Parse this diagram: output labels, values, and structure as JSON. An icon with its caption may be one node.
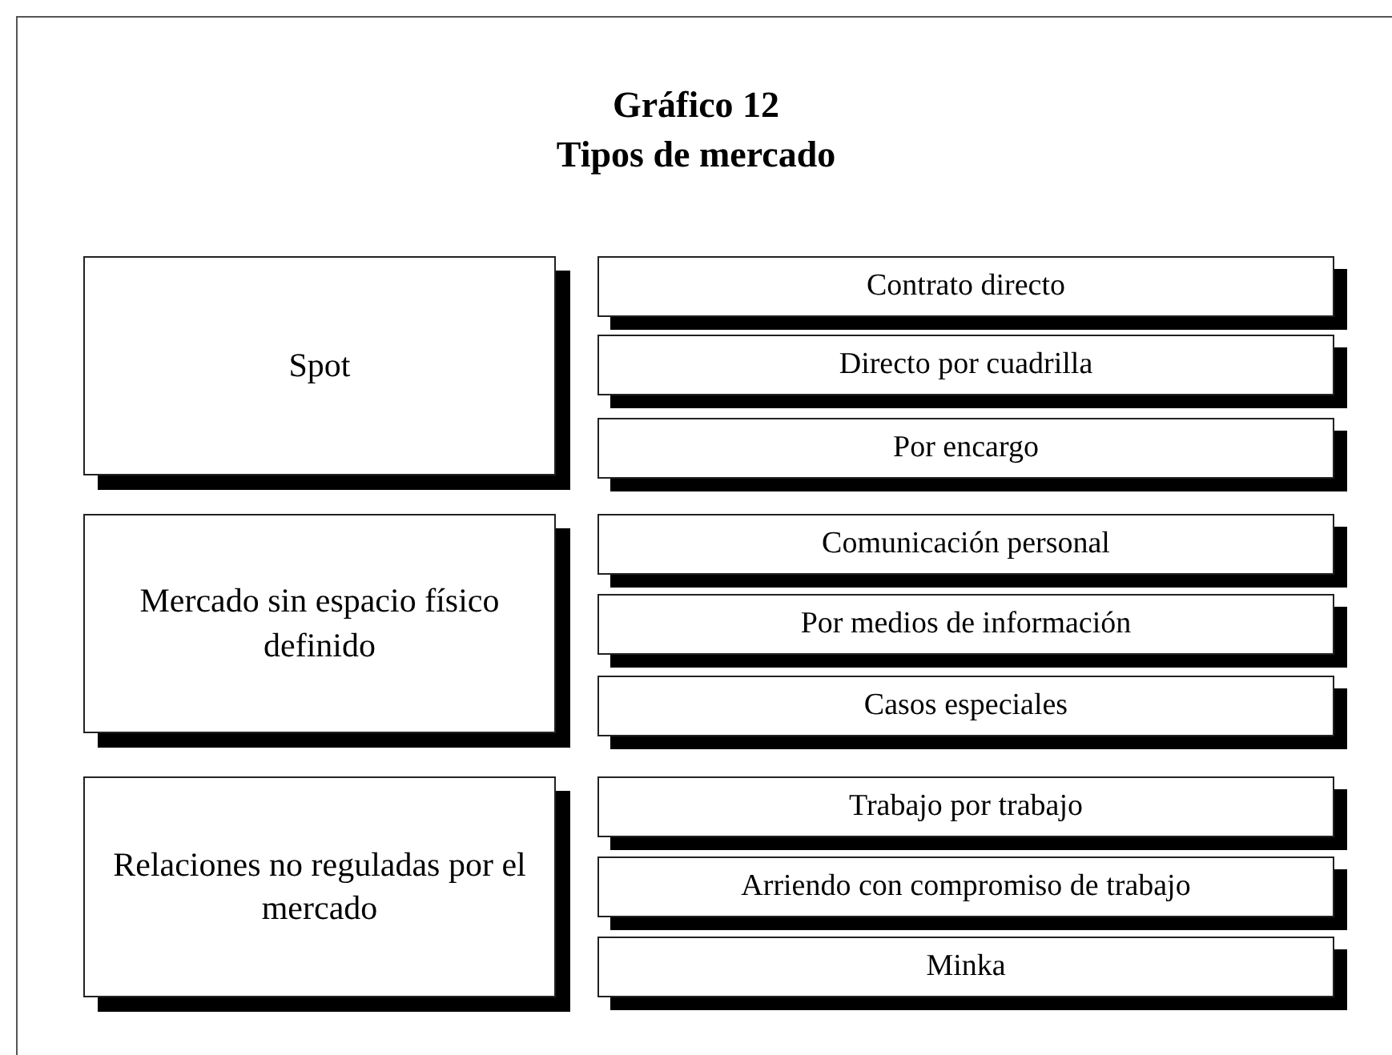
{
  "diagram": {
    "title": "Gráfico 12 Tipos de mercado",
    "nodes": [
      {
        "text": [
          "Spot"
        ]
      },
      {
        "text": [
          "Contrato directo"
        ]
      },
      {
        "text": [
          "Directo por cuadrilla"
        ]
      },
      {
        "text": [
          "Por encargo"
        ]
      },
      {
        "text": [
          "Mercado sin espacio físico definido"
        ]
      },
      {
        "text": [
          "Comunicación personal"
        ]
      },
      {
        "text": [
          "Por medios de información"
        ]
      },
      {
        "text": [
          "Casos especiales"
        ]
      },
      {
        "text": [
          "Relaciones no reguladas por el mercado"
        ]
      },
      {
        "text": [
          "Trabajo por trabajo"
        ]
      },
      {
        "text": [
          "Arriendo con compromiso de trabajo"
        ]
      },
      {
        "text": [
          "Minka"
        ]
      }
    ]
  }
}
